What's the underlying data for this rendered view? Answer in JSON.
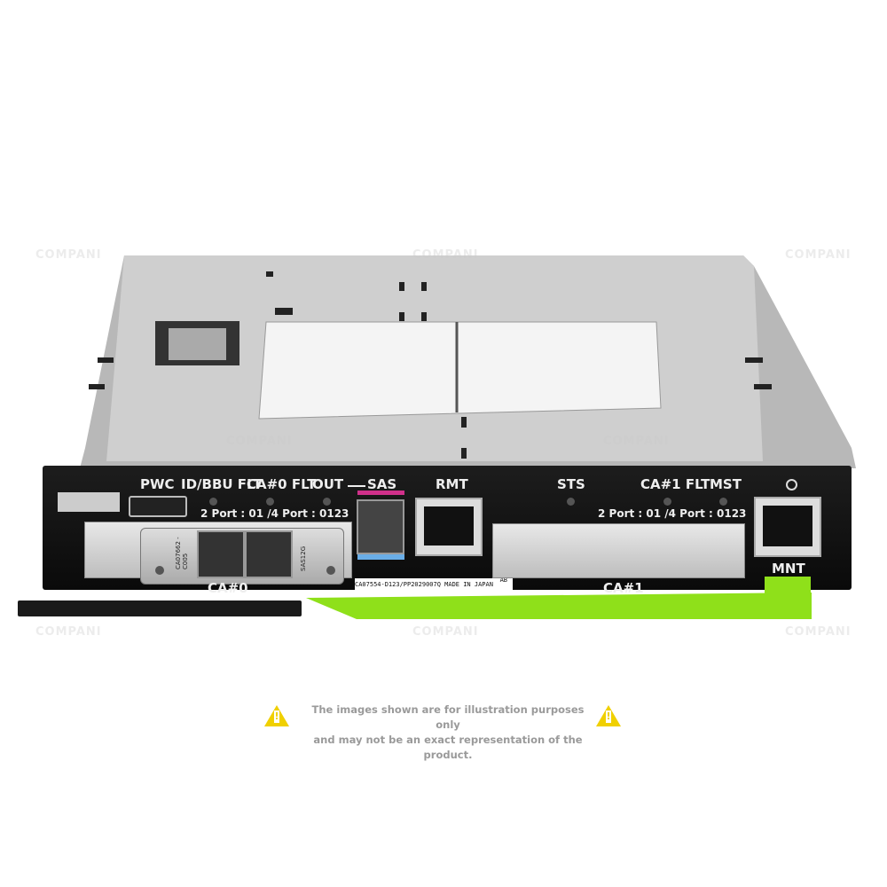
{
  "product_photo": {
    "panel_labels": {
      "pwc": "PWC",
      "id_bbu_flt": "ID/BBU FLT",
      "ca0_flt": "CA#0 FLT",
      "out": "OUT",
      "sas": "SAS",
      "rmt": "RMT",
      "sts": "STS",
      "ca1_flt": "CA#1 FLT",
      "mst": "MST",
      "mnt": "MNT",
      "ca0": "CA#0",
      "ca1": "CA#1",
      "port_legend_left": "2 Port : 01 /4 Port : 0123",
      "port_legend_right": "2 Port : 01 /4 Port : 0123",
      "card_part": "CA07662 -C005",
      "card_type": "SAS12G",
      "serial_label": "CA07554-D123/PP2029007Q   MADE IN JAPAN",
      "serial_rev": "AB"
    },
    "watermark": "COMPANI",
    "disclaimer": {
      "line1": "The images shown are for illustration purposes only",
      "line2": "and may not be an exact representation of the product."
    },
    "colors": {
      "handle": "#8fe01a",
      "warning": "#f0d000",
      "sas_top": "#d0308a",
      "sas_bottom": "#6aaee8"
    }
  }
}
